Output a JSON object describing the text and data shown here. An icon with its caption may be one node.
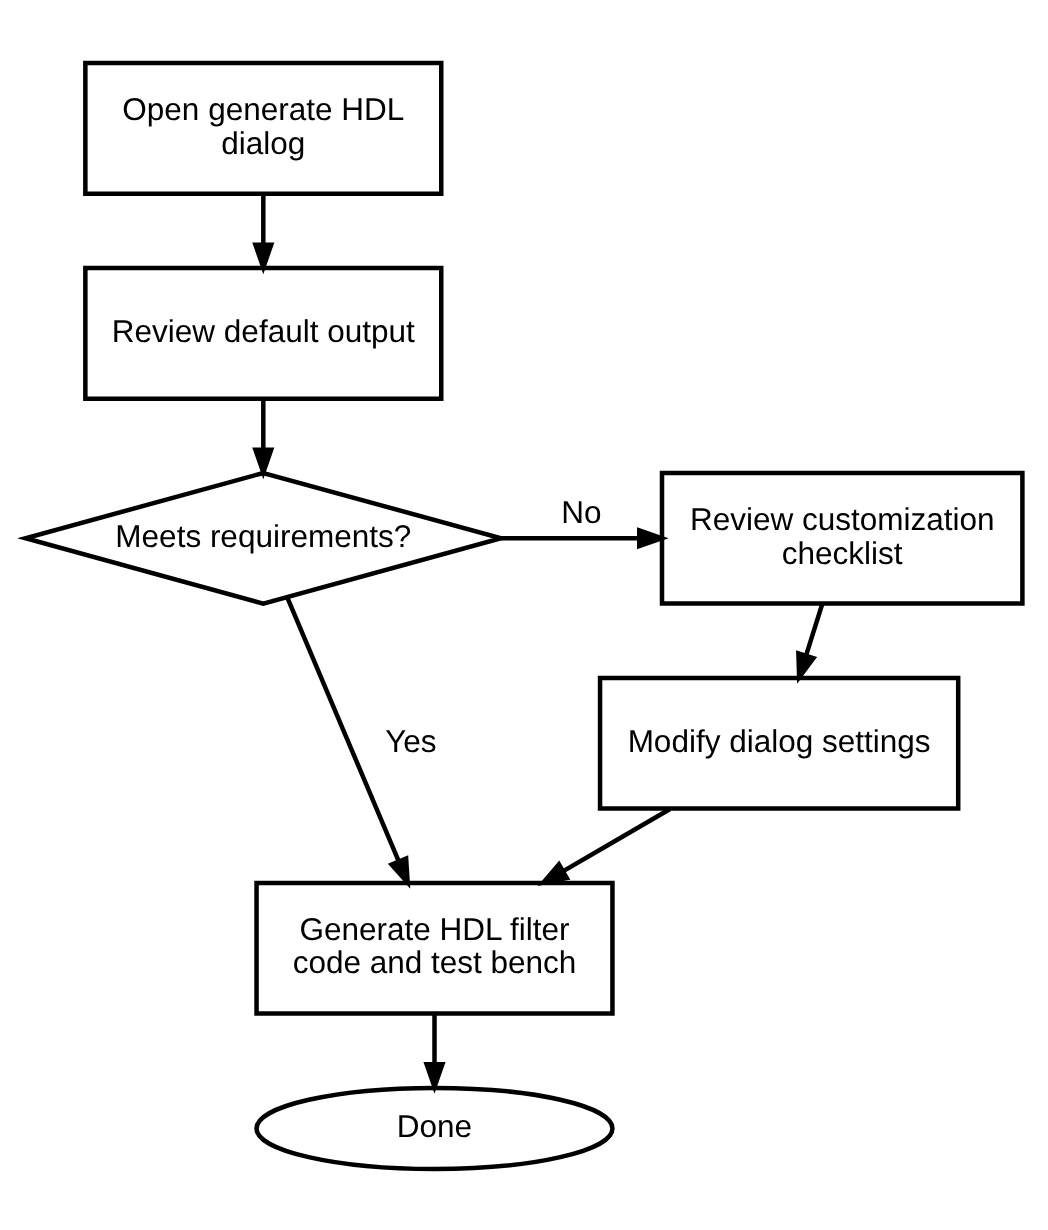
{
  "diagram": {
    "nodes": [
      {
        "text": [
          "Open generate HDL dialog"
        ]
      },
      {
        "text": [
          "Review default output"
        ]
      },
      {
        "text": [
          "Meets requirements?"
        ]
      },
      {
        "text": [
          "Review customization checklist"
        ]
      },
      {
        "text": [
          "Modify dialog settings"
        ]
      },
      {
        "text": [
          "Generate HDL filter code and test bench"
        ]
      },
      {
        "text": [
          "Done"
        ]
      }
    ],
    "edges": [
      {
        "from": 0,
        "to": 1,
        "arrow": "to"
      },
      {
        "from": 1,
        "to": 2,
        "arrow": "to"
      },
      {
        "from": 2,
        "to": 3,
        "arrow": "to",
        "label": "No"
      },
      {
        "from": 2,
        "to": 5,
        "arrow": "to",
        "label": "Yes"
      },
      {
        "from": 3,
        "to": 4,
        "arrow": "to"
      },
      {
        "from": 4,
        "to": 5,
        "arrow": "to"
      },
      {
        "from": 5,
        "to": 6,
        "arrow": "to"
      }
    ]
  }
}
